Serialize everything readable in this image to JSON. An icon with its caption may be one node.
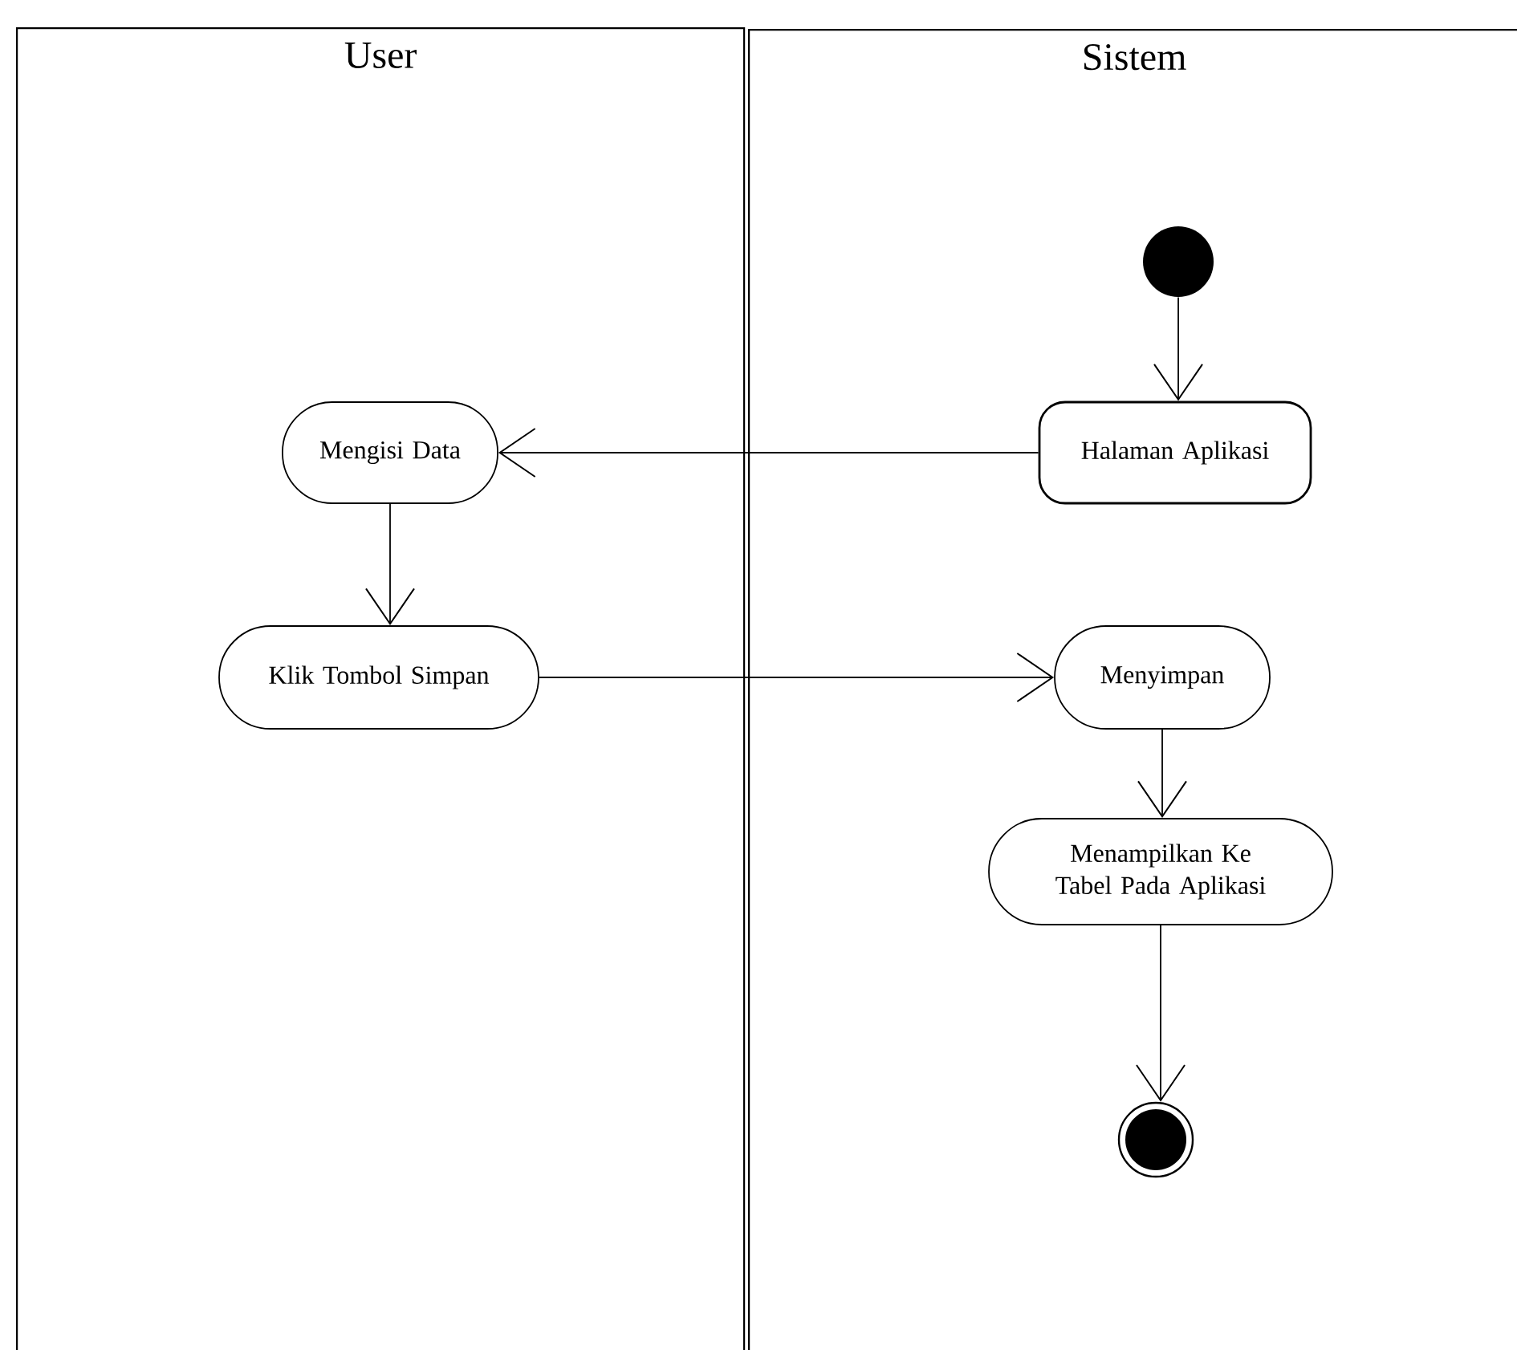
{
  "diagram": {
    "nodes": [
      {
        "text": [
          "User"
        ]
      },
      {
        "text": [
          "Sistem"
        ]
      },
      {
        "text": [],
        "shape": "circle",
        "in": 1
      },
      {
        "text": [
          "Halaman Aplikasi"
        ],
        "in": 1
      },
      {
        "text": [
          "Mengisi Data"
        ],
        "in": 0
      },
      {
        "text": [
          "Klik Tombol Simpan"
        ],
        "in": 0
      },
      {
        "text": [
          "Menyimpan"
        ],
        "in": 1
      },
      {
        "text": [
          "Menampilkan Ke Tabel Pada Aplikasi"
        ],
        "in": 1
      },
      {
        "text": [],
        "shape": "circle",
        "in": 1
      }
    ],
    "edges": [
      {
        "from": 2,
        "to": 3,
        "arrow": "to"
      },
      {
        "from": 3,
        "to": 4,
        "arrow": "to"
      },
      {
        "from": 4,
        "to": 5,
        "arrow": "to"
      },
      {
        "from": 5,
        "to": 6,
        "arrow": "to"
      },
      {
        "from": 6,
        "to": 7,
        "arrow": "to"
      },
      {
        "from": 7,
        "to": 8,
        "arrow": "to"
      }
    ]
  }
}
